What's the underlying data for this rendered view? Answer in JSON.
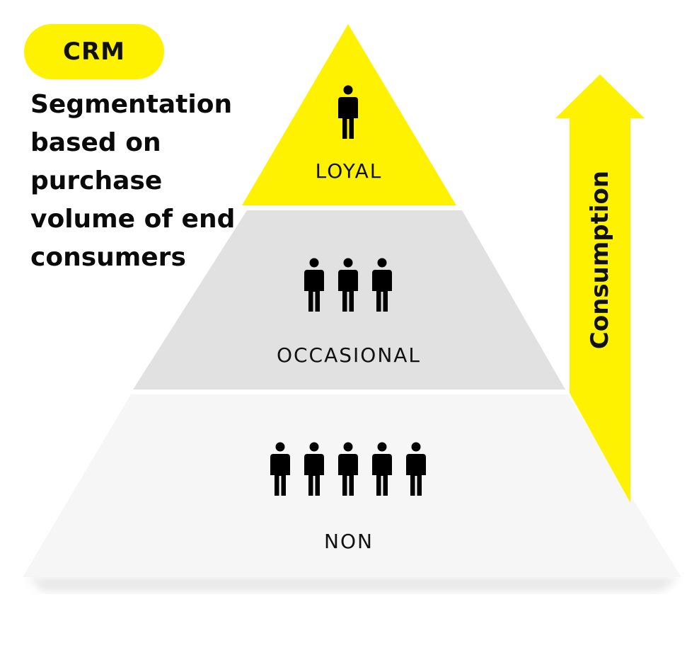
{
  "badge": {
    "label": "CRM"
  },
  "headline": "Segmentation\nbased on\npurchase\nvolume of end\nconsumers",
  "tiers": [
    {
      "label": "LOYAL",
      "people": 1,
      "color": "#fff200"
    },
    {
      "label": "OCCASIONAL",
      "people": 3,
      "color": "#e1e1e1"
    },
    {
      "label": "NON",
      "people": 5,
      "color": "#f6f6f6"
    }
  ],
  "arrow": {
    "label": "Consumption",
    "color": "#fff200"
  },
  "icons": {
    "person": "person-icon"
  }
}
